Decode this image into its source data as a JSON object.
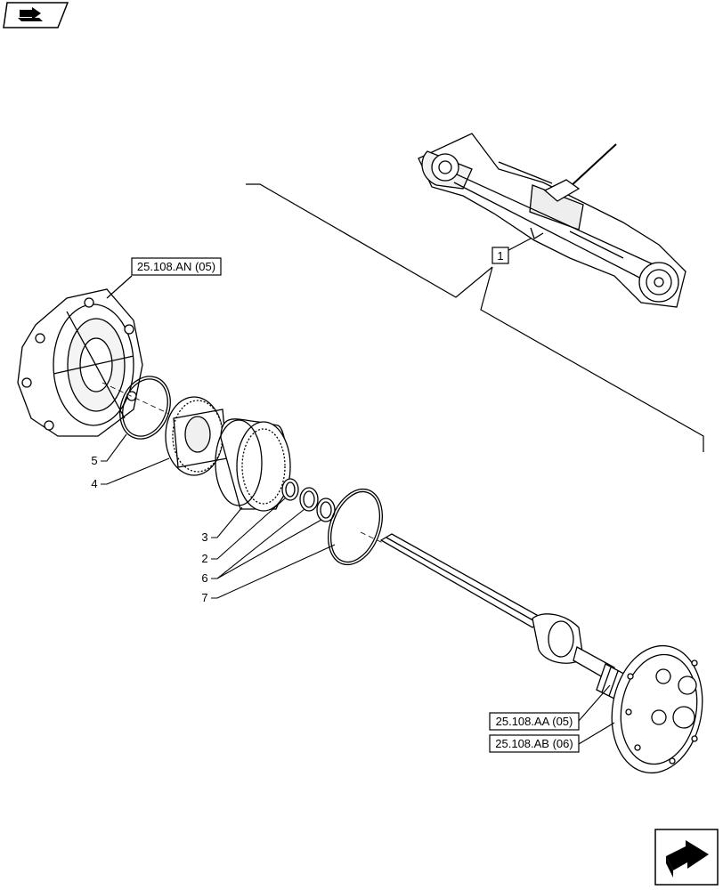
{
  "icons": {
    "top_left": "book-arrow-icon",
    "bottom_right": "next-page-arrow-icon"
  },
  "callouts": {
    "ref_housing": "25.108.AN (05)",
    "ref_shaft": "25.108.AA (05)",
    "ref_hub": "25.108.AB (06)",
    "assembly_index": "1"
  },
  "part_numbers": {
    "p5": "5",
    "p4": "4",
    "p3": "3",
    "p2": "2",
    "p6": "6",
    "p7": "7"
  }
}
